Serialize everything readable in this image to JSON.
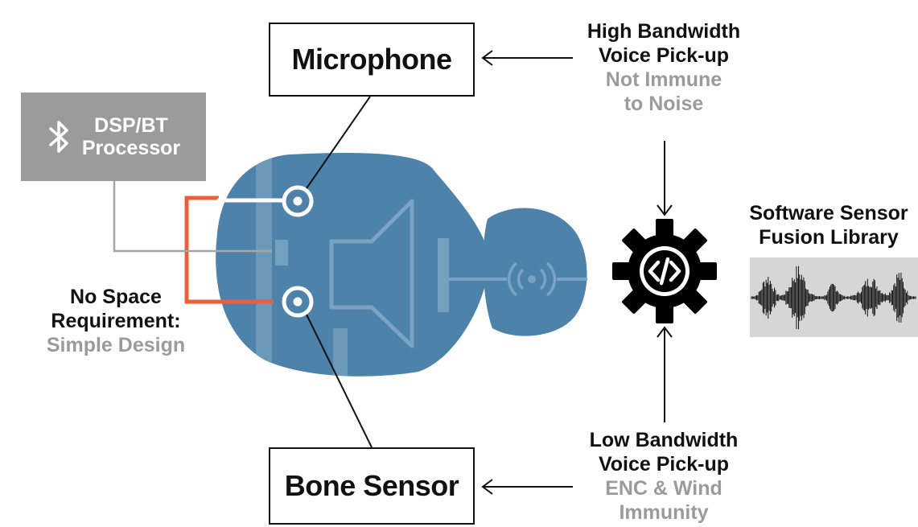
{
  "microphone": {
    "label": "Microphone"
  },
  "bone_sensor": {
    "label": "Bone Sensor"
  },
  "dsp": {
    "line1": "DSP/BT",
    "line2": "Processor",
    "icon": "bluetooth-icon"
  },
  "high_bandwidth": {
    "line1": "High Bandwidth",
    "line2": "Voice Pick-up",
    "note1": "Not Immune",
    "note2": "to Noise"
  },
  "low_bandwidth": {
    "line1": "Low Bandwidth",
    "line2": "Voice Pick-up",
    "note1": "ENC & Wind",
    "note2": "Immunity"
  },
  "no_space": {
    "line1": "No Space",
    "line2": "Requirement:",
    "note": "Simple Design"
  },
  "software": {
    "line1": "Software Sensor",
    "line2": "Fusion Library",
    "icon": "code-gear-icon"
  },
  "colors": {
    "earbud_blue": "#4d83ab",
    "accent_orange": "#e8603c",
    "gray": "#9b9b9b",
    "text": "#111111"
  }
}
